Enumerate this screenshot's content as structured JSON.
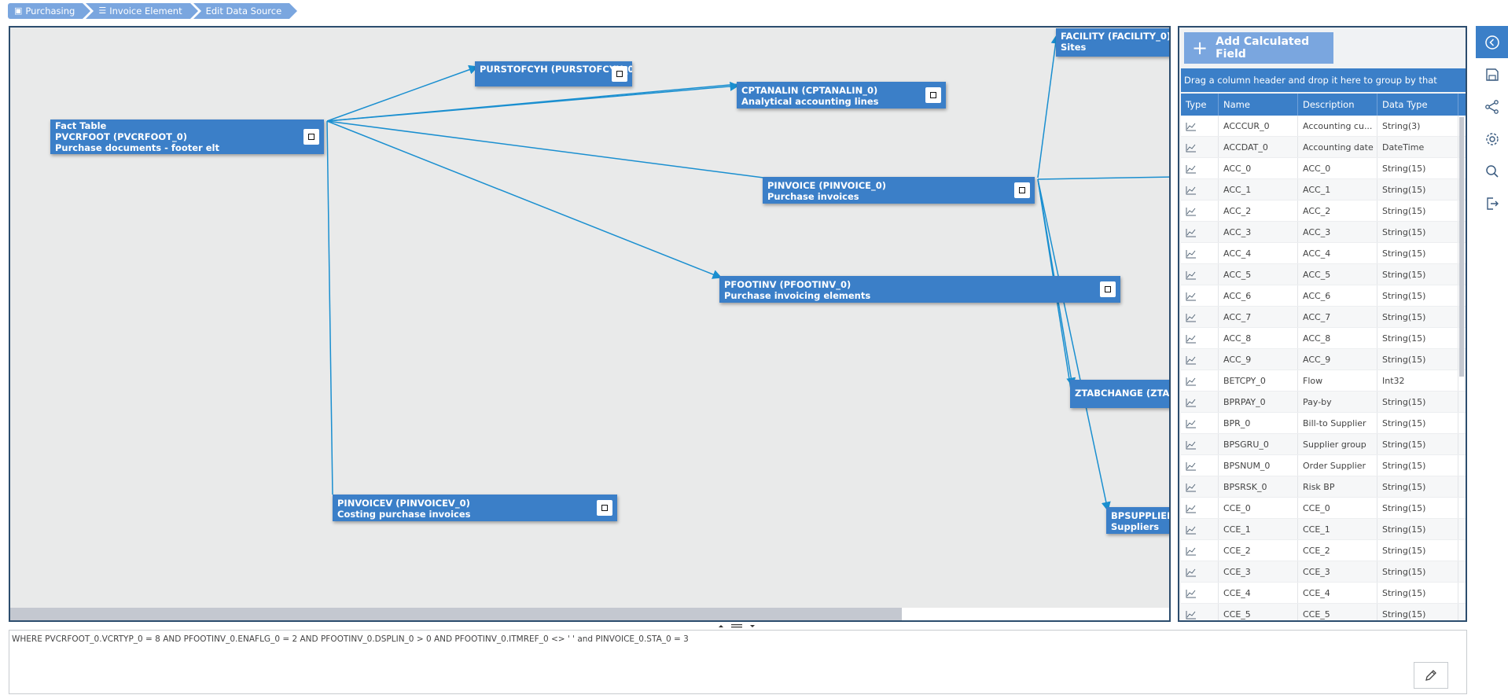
{
  "breadcrumb": [
    {
      "label": "Purchasing",
      "icon": "box-icon"
    },
    {
      "label": "Invoice Element",
      "icon": "database-icon"
    },
    {
      "label": "Edit Data Source",
      "icon": ""
    }
  ],
  "diagram": {
    "nodes": [
      {
        "id": "fact",
        "lines": [
          "Fact Table",
          "PVCRFOOT (PVCRFOOT_0)",
          "Purchase documents - footer elt"
        ]
      },
      {
        "id": "purstofcyh",
        "lines": [
          "PURSTOFCYH (PURSTOFCYH_0)"
        ]
      },
      {
        "id": "cptanalin",
        "lines": [
          "CPTANALIN (CPTANALIN_0)",
          "Analytical accounting lines"
        ]
      },
      {
        "id": "pinvoice",
        "lines": [
          "PINVOICE (PINVOICE_0)",
          "Purchase invoices"
        ]
      },
      {
        "id": "pfootinv",
        "lines": [
          "PFOOTINV (PFOOTINV_0)",
          "Purchase invoicing elements"
        ]
      },
      {
        "id": "pinvoicev",
        "lines": [
          "PINVOICEV (PINVOICEV_0)",
          "Costing purchase invoices"
        ]
      },
      {
        "id": "facility",
        "lines": [
          "FACILITY (FACILITY_0)",
          "Sites"
        ]
      },
      {
        "id": "ztabchange",
        "lines": [
          "ZTABCHANGE (ZTABCH"
        ]
      },
      {
        "id": "bpsupplier",
        "lines": [
          "BPSUPPLIER (",
          "Suppliers"
        ]
      }
    ]
  },
  "panel": {
    "add_button": "Add Calculated Field",
    "group_hint": "Drag a column header and drop it here to group by that column",
    "columns": [
      "Type",
      "Name",
      "Description",
      "Data Type"
    ],
    "rows": [
      [
        "ACCCUR_0",
        "Accounting cu...",
        "String(3)"
      ],
      [
        "ACCDAT_0",
        "Accounting date",
        "DateTime"
      ],
      [
        "ACC_0",
        "ACC_0",
        "String(15)"
      ],
      [
        "ACC_1",
        "ACC_1",
        "String(15)"
      ],
      [
        "ACC_2",
        "ACC_2",
        "String(15)"
      ],
      [
        "ACC_3",
        "ACC_3",
        "String(15)"
      ],
      [
        "ACC_4",
        "ACC_4",
        "String(15)"
      ],
      [
        "ACC_5",
        "ACC_5",
        "String(15)"
      ],
      [
        "ACC_6",
        "ACC_6",
        "String(15)"
      ],
      [
        "ACC_7",
        "ACC_7",
        "String(15)"
      ],
      [
        "ACC_8",
        "ACC_8",
        "String(15)"
      ],
      [
        "ACC_9",
        "ACC_9",
        "String(15)"
      ],
      [
        "BETCPY_0",
        "Flow",
        "Int32"
      ],
      [
        "BPRPAY_0",
        "Pay-by",
        "String(15)"
      ],
      [
        "BPR_0",
        "Bill-to Supplier",
        "String(15)"
      ],
      [
        "BPSGRU_0",
        "Supplier group",
        "String(15)"
      ],
      [
        "BPSNUM_0",
        "Order Supplier",
        "String(15)"
      ],
      [
        "BPSRSK_0",
        "Risk BP",
        "String(15)"
      ],
      [
        "CCE_0",
        "CCE_0",
        "String(15)"
      ],
      [
        "CCE_1",
        "CCE_1",
        "String(15)"
      ],
      [
        "CCE_2",
        "CCE_2",
        "String(15)"
      ],
      [
        "CCE_3",
        "CCE_3",
        "String(15)"
      ],
      [
        "CCE_4",
        "CCE_4",
        "String(15)"
      ],
      [
        "CCE_5",
        "CCE_5",
        "String(15)"
      ]
    ]
  },
  "toolbar": [
    "chevron-left-icon",
    "save-icon",
    "share-nodes-icon",
    "gear-icon",
    "search-icon",
    "exit-icon"
  ],
  "where_clause": "WHERE PVCRFOOT_0.VCRTYP_0 = 8 AND PFOOTINV_0.ENAFLG_0 = 2  AND PFOOTINV_0.DSPLIN_0 > 0 AND PFOOTINV_0.ITMREF_0 <> ' ' and PINVOICE_0.STA_0 = 3",
  "colors": {
    "accent": "#3b7fc8",
    "link": "#1a8fd0",
    "frame": "#2c4d6e"
  }
}
